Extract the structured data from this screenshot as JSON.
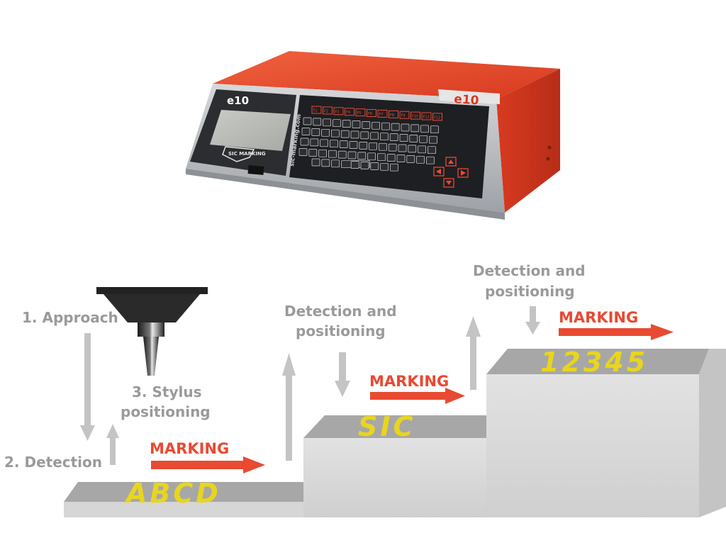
{
  "device": {
    "model_badge": "e10",
    "side_badge": "e10",
    "brand_logo": "SIC MARKING",
    "website": "sic-marking.com",
    "function_keys": [
      "F1",
      "F2",
      "F3",
      "F4",
      "F5",
      "F6",
      "F7",
      "F8",
      "F9",
      "F10",
      "F11",
      "F12"
    ]
  },
  "steps": {
    "approach": "1. Approach",
    "detection": "2. Detection",
    "stylus_line1": "3. Stylus",
    "stylus_line2": "positioning"
  },
  "middle": {
    "detect_line1": "Detection and",
    "detect_line2": "positioning",
    "marking": "MARKING"
  },
  "top": {
    "detect_line1": "Detection and",
    "detect_line2": "positioning",
    "marking": "MARKING"
  },
  "bottom": {
    "marking": "MARKING"
  },
  "engravings": {
    "level1": "ABCD",
    "level2": "SIC",
    "level3": "12345"
  },
  "colors": {
    "accent_red": "#e84a32",
    "engrave_yellow": "#e8d51f",
    "label_gray": "#9a9a9a",
    "device_orange": "#e8452a"
  }
}
